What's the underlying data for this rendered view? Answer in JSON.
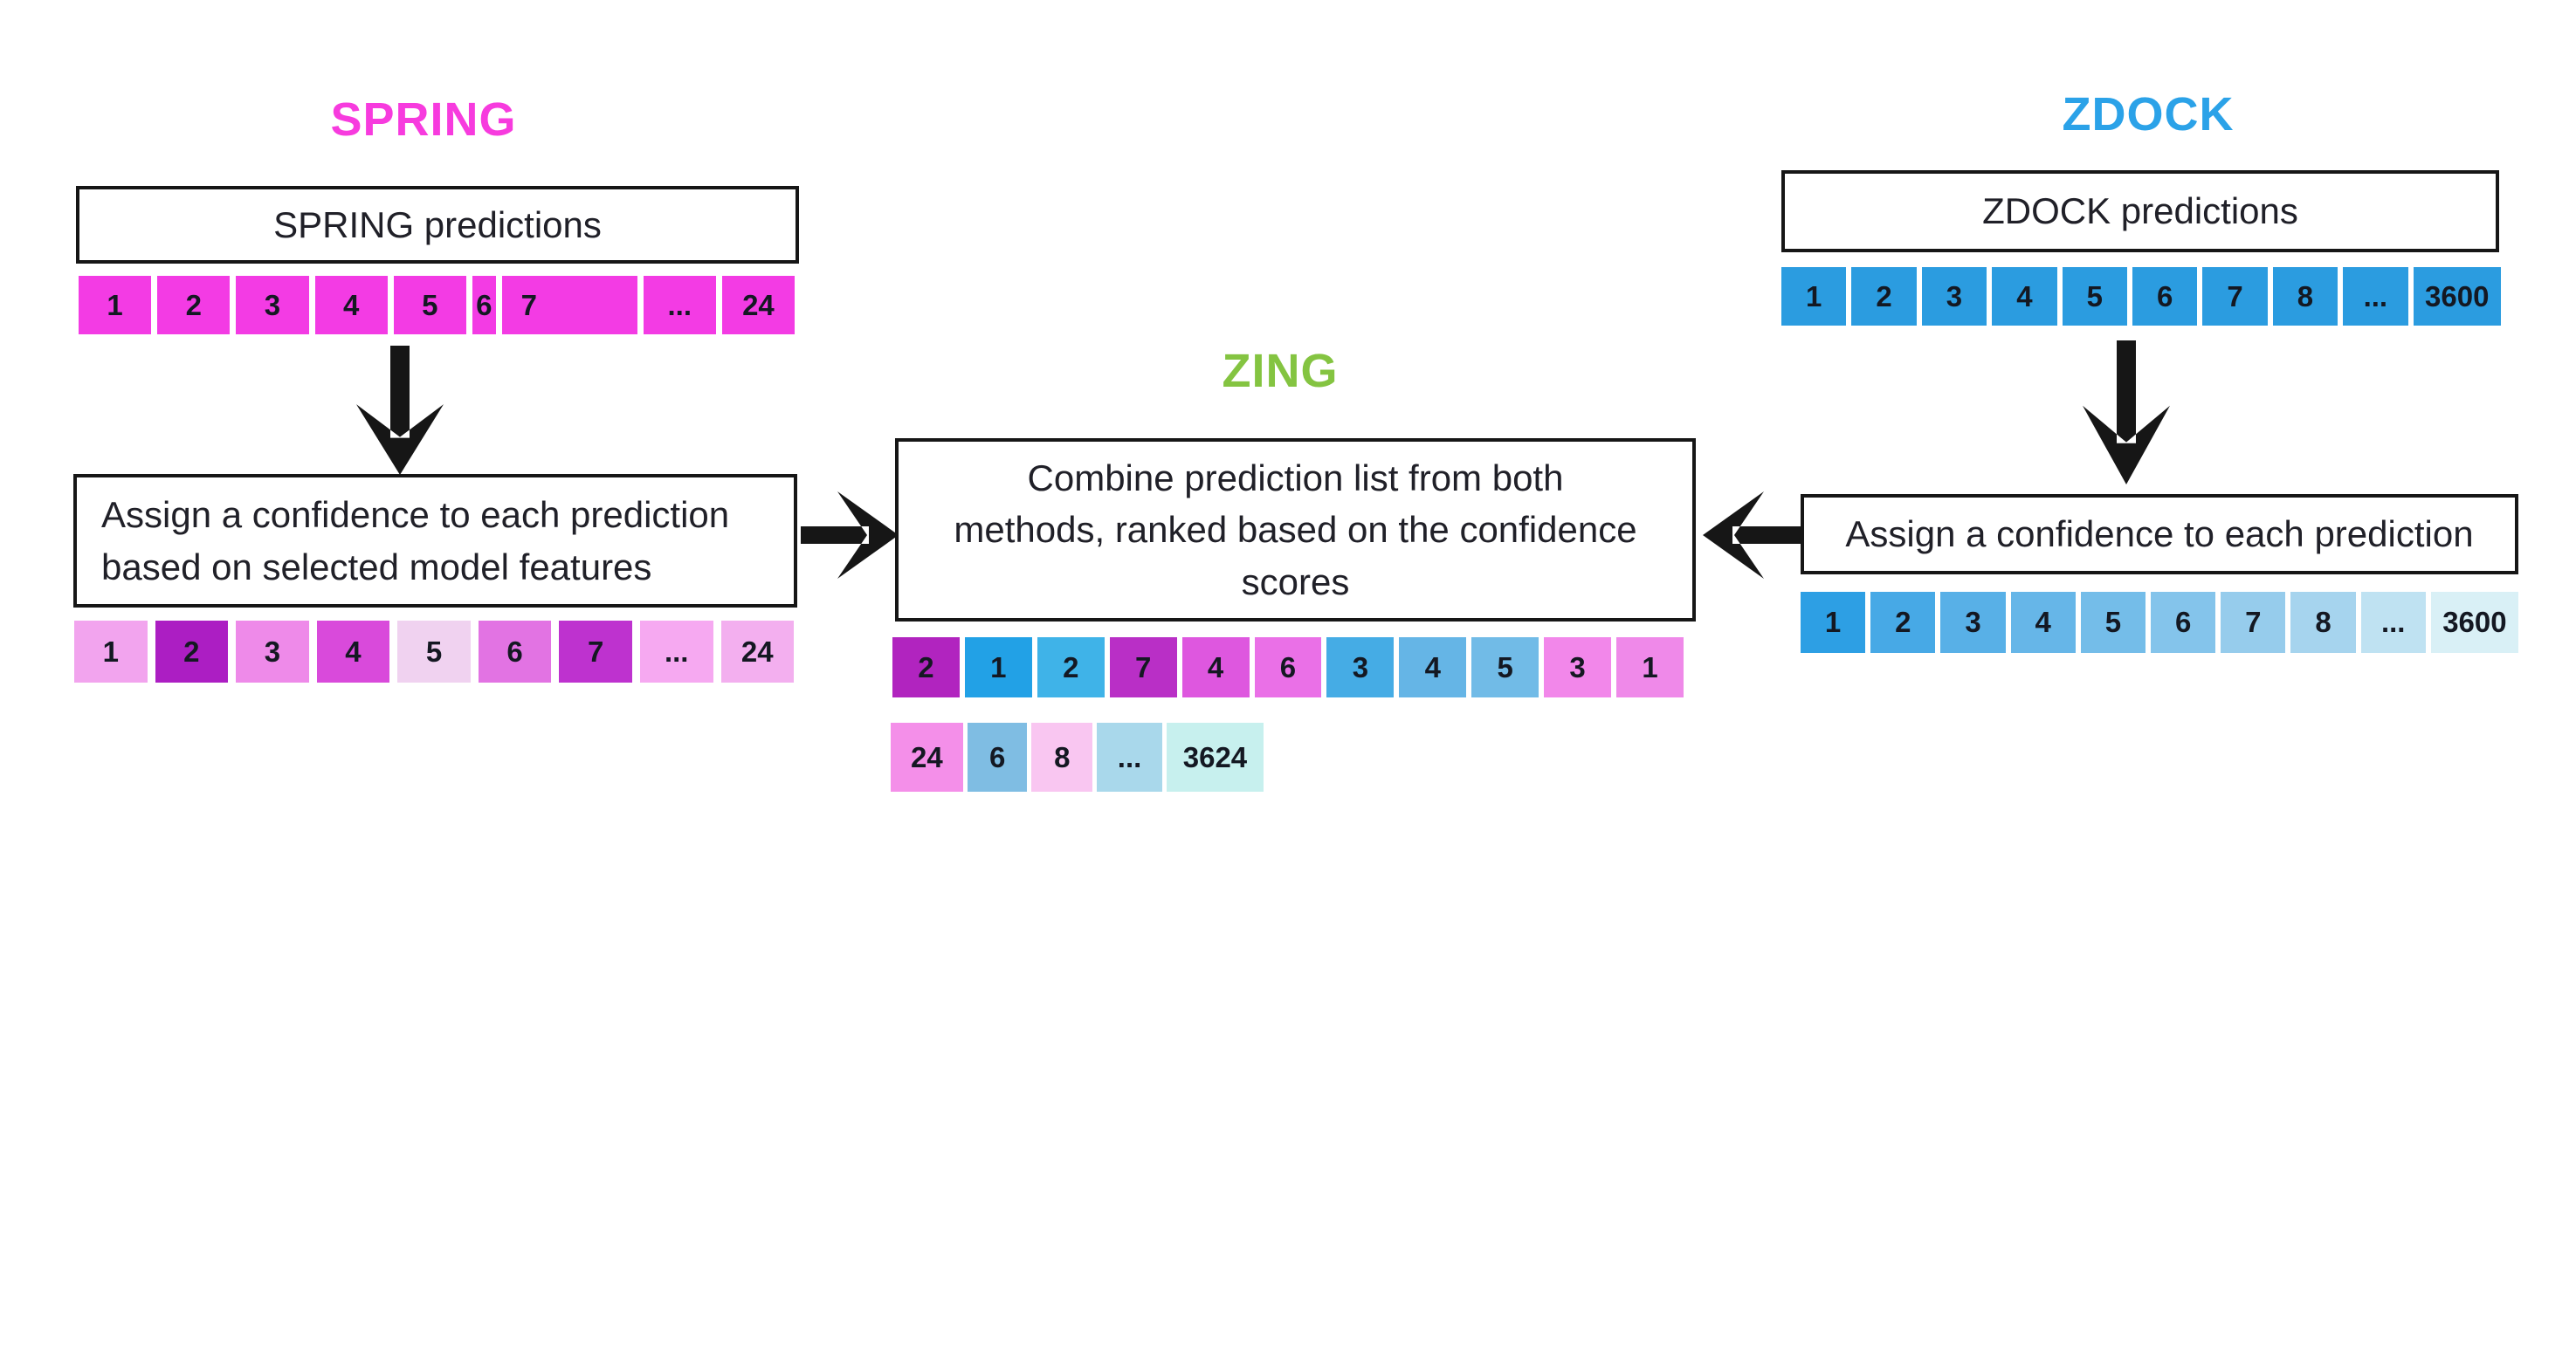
{
  "spring": {
    "title": "SPRING",
    "title_color": "#F73BDE",
    "predictions_label": "SPRING predictions",
    "predictions_cells": [
      {
        "label": "1",
        "color": "#F33BE4"
      },
      {
        "label": "2",
        "color": "#F33BE4"
      },
      {
        "label": "3",
        "color": "#F33BE4"
      },
      {
        "label": "4",
        "color": "#F33BE4"
      },
      {
        "label": "5",
        "color": "#F33BE4"
      },
      {
        "label": "6",
        "color": "#F33BE4",
        "w": 0.32
      },
      {
        "label": "7",
        "color": "#F33BE4",
        "w": 1.6,
        "align": "left"
      },
      {
        "label": "...",
        "color": "#F33BE4"
      },
      {
        "label": "24",
        "color": "#F33BE4"
      }
    ],
    "confidence_lines": [
      "Assign a confidence to each prediction",
      "based on selected model features"
    ],
    "confidence_cells": [
      {
        "label": "1",
        "color": "#F2A4EE"
      },
      {
        "label": "2",
        "color": "#AC1EC3"
      },
      {
        "label": "3",
        "color": "#EE8AE9"
      },
      {
        "label": "4",
        "color": "#D94ADB"
      },
      {
        "label": "5",
        "color": "#F0D2F0"
      },
      {
        "label": "6",
        "color": "#E273E3"
      },
      {
        "label": "7",
        "color": "#BE32CF"
      },
      {
        "label": "...",
        "color": "#F6A9F1"
      },
      {
        "label": "24",
        "color": "#F3AFEF"
      }
    ]
  },
  "zing": {
    "title": "ZING",
    "title_color": "#84C441",
    "combine_lines": [
      "Combine prediction list from both",
      "methods, ranked based on the confidence",
      "scores"
    ],
    "combined_row1": [
      {
        "label": "2",
        "color": "#B124BF"
      },
      {
        "label": "1",
        "color": "#22A1E6"
      },
      {
        "label": "2",
        "color": "#3FB3E8"
      },
      {
        "label": "7",
        "color": "#B92FC6"
      },
      {
        "label": "4",
        "color": "#DE57DF"
      },
      {
        "label": "6",
        "color": "#EA70E7"
      },
      {
        "label": "3",
        "color": "#45ACE5"
      },
      {
        "label": "4",
        "color": "#65B5E6"
      },
      {
        "label": "5",
        "color": "#71BBE7"
      },
      {
        "label": "3",
        "color": "#F287EA"
      },
      {
        "label": "1",
        "color": "#EF89E9"
      }
    ],
    "combined_row2": [
      {
        "label": "24",
        "color": "#F48FE9",
        "w": 82
      },
      {
        "label": "6",
        "color": "#7FBDE3",
        "w": 68
      },
      {
        "label": "8",
        "color": "#F9C6F1",
        "w": 69
      },
      {
        "label": "...",
        "color": "#A9D8EB",
        "w": 74
      },
      {
        "label": "3624",
        "color": "#C7F0EE",
        "w": 110
      }
    ]
  },
  "zdock": {
    "title": "ZDOCK",
    "title_color": "#2BA2E8",
    "predictions_label": "ZDOCK predictions",
    "predictions_cells": [
      {
        "label": "1",
        "color": "#2B9CE0"
      },
      {
        "label": "2",
        "color": "#2B9CE0"
      },
      {
        "label": "3",
        "color": "#2B9CE0"
      },
      {
        "label": "4",
        "color": "#2B9CE0"
      },
      {
        "label": "5",
        "color": "#2B9CE0"
      },
      {
        "label": "6",
        "color": "#2B9CE0"
      },
      {
        "label": "7",
        "color": "#2B9CE0"
      },
      {
        "label": "8",
        "color": "#2B9CE0"
      },
      {
        "label": "...",
        "color": "#2B9CE0"
      },
      {
        "label": "3600",
        "color": "#2B9CE0",
        "w": 1.35
      }
    ],
    "confidence_label": "Assign a confidence to each prediction",
    "confidence_cells": [
      {
        "label": "1",
        "color": "#2D9FE4"
      },
      {
        "label": "2",
        "color": "#47A9E6"
      },
      {
        "label": "3",
        "color": "#58B0E7"
      },
      {
        "label": "4",
        "color": "#66B6E8"
      },
      {
        "label": "5",
        "color": "#74BDE9"
      },
      {
        "label": "6",
        "color": "#84C4EB"
      },
      {
        "label": "7",
        "color": "#96CCEC"
      },
      {
        "label": "8",
        "color": "#A6D4EE"
      },
      {
        "label": "...",
        "color": "#BFE2F2"
      },
      {
        "label": "3600",
        "color": "#D9F0F6",
        "w": 1.35
      }
    ]
  }
}
